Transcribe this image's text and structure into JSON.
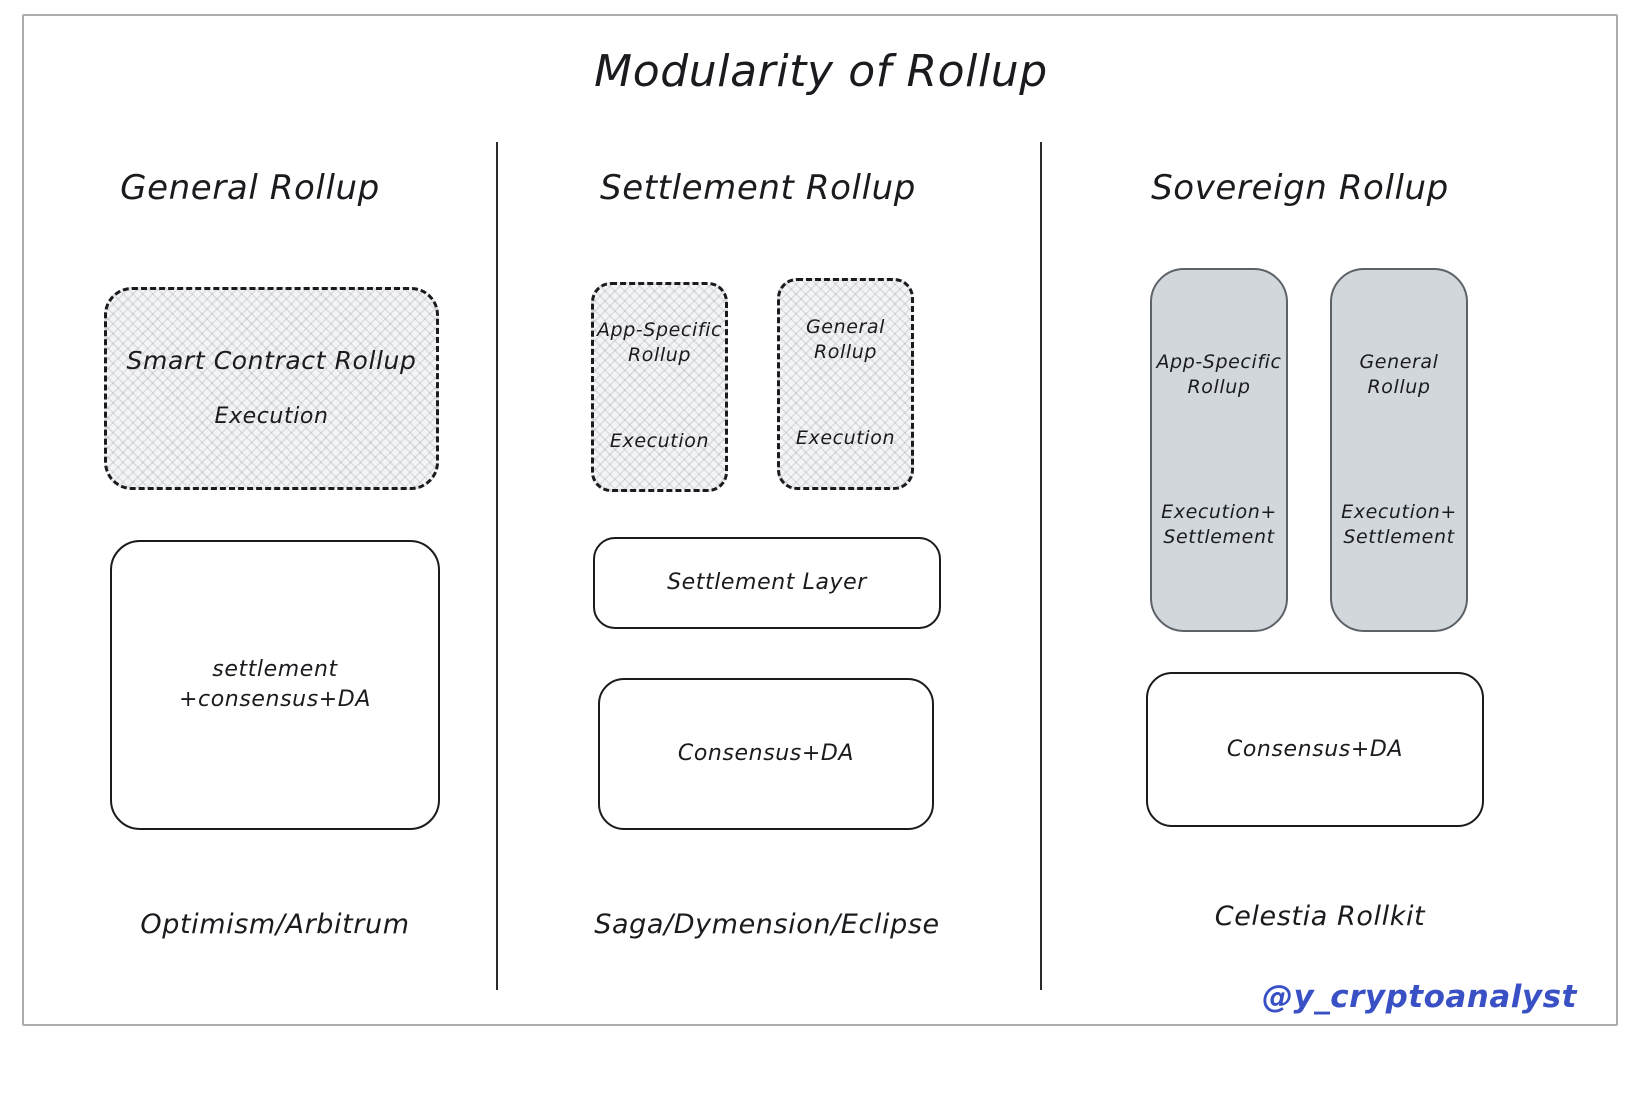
{
  "diagram": {
    "title": "Modularity of Rollup",
    "border_color": "#adadad",
    "divider_color": "#2b2b2b",
    "columns": [
      {
        "id": "general-rollup",
        "title": "General Rollup",
        "footnote": "Optimism/Arbitrum",
        "boxes": [
          {
            "style": "dashed-hatched",
            "lines": [
              "Smart Contract Rollup",
              "Execution"
            ]
          },
          {
            "style": "solid-outline",
            "lines": [
              "settlement",
              "+consensus+DA"
            ]
          }
        ]
      },
      {
        "id": "settlement-rollup",
        "title": "Settlement Rollup",
        "footnote": "Saga/Dymension/Eclipse",
        "boxes": [
          {
            "style": "dashed-hatched",
            "lines": [
              "App-Specific",
              "Rollup",
              "Execution"
            ]
          },
          {
            "style": "dashed-hatched",
            "lines": [
              "General",
              "Rollup",
              "Execution"
            ]
          },
          {
            "style": "solid-outline",
            "lines": [
              "Settlement Layer"
            ]
          },
          {
            "style": "solid-outline",
            "lines": [
              "Consensus+DA"
            ]
          }
        ]
      },
      {
        "id": "sovereign-rollup",
        "title": "Sovereign Rollup",
        "footnote": "Celestia Rollkit",
        "boxes": [
          {
            "style": "gray-filled",
            "fill": "#d2d7dc",
            "lines": [
              "App-Specific",
              "Rollup",
              "Execution+",
              "Settlement"
            ]
          },
          {
            "style": "gray-filled",
            "fill": "#d2d7dc",
            "lines": [
              "General",
              "Rollup",
              "Execution+",
              "Settlement"
            ]
          },
          {
            "style": "solid-outline",
            "lines": [
              "Consensus+DA"
            ]
          }
        ]
      }
    ],
    "credit": {
      "handle": "@y_cryptoanalyst",
      "color": "#3a51c6"
    }
  }
}
